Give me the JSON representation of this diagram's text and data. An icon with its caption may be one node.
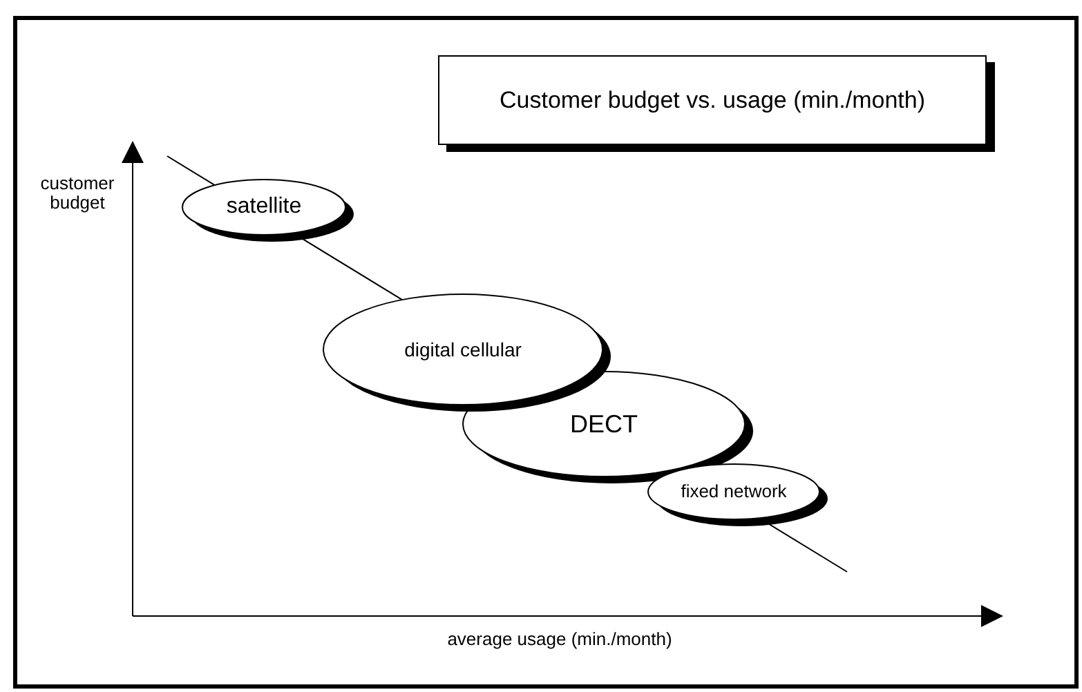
{
  "diagram": {
    "title": "Customer budget vs. usage (min./month)",
    "nodes": [
      {
        "text": [
          "satellite"
        ]
      },
      {
        "text": [
          "digital cellular"
        ]
      },
      {
        "text": [
          "DECT"
        ]
      },
      {
        "text": [
          "fixed network"
        ]
      }
    ],
    "labels": [
      "customer budget",
      "average usage (min./month)"
    ]
  }
}
